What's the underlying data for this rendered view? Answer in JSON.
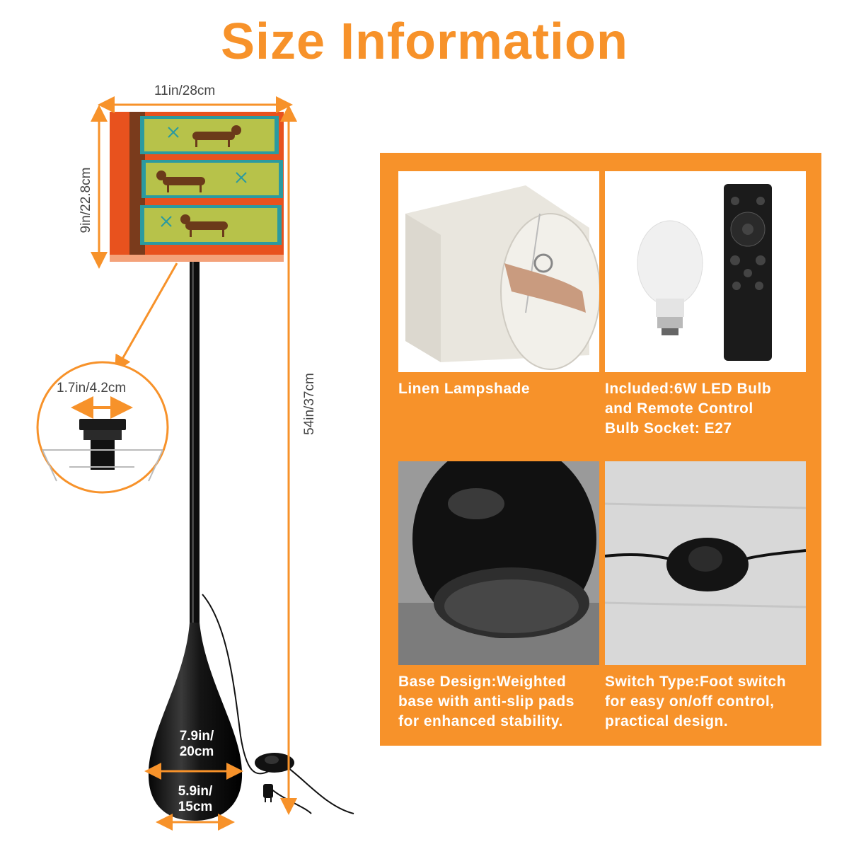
{
  "title": "Size Information",
  "dimensions": {
    "shade_width": "11in/28cm",
    "shade_height": "9in/22.8cm",
    "total_height": "54in/37cm",
    "socket_width": "1.7in/4.2cm",
    "base_upper_line1": "7.9in/",
    "base_upper_line2": "20cm",
    "base_lower_line1": "5.9in/",
    "base_lower_line2": "15cm"
  },
  "features": [
    {
      "lines": [
        "Linen Lampshade"
      ]
    },
    {
      "lines": [
        "Included:6W LED Bulb",
        "and Remote Control",
        "Bulb Socket: E27"
      ]
    },
    {
      "lines": [
        "Base Design:Weighted",
        "base with anti-slip pads",
        "for enhanced stability."
      ]
    },
    {
      "lines": [
        "Switch Type:Foot switch",
        "for easy on/off control,",
        "practical design."
      ]
    }
  ],
  "colors": {
    "accent": "#f7922a",
    "shade_orange": "#e8521e",
    "shade_green": "#b7c24a",
    "shade_teal": "#2b9aa0",
    "lamp_black": "#111111"
  },
  "icons": [
    "dachshund-pattern",
    "led-bulb",
    "remote-control",
    "foot-switch"
  ]
}
